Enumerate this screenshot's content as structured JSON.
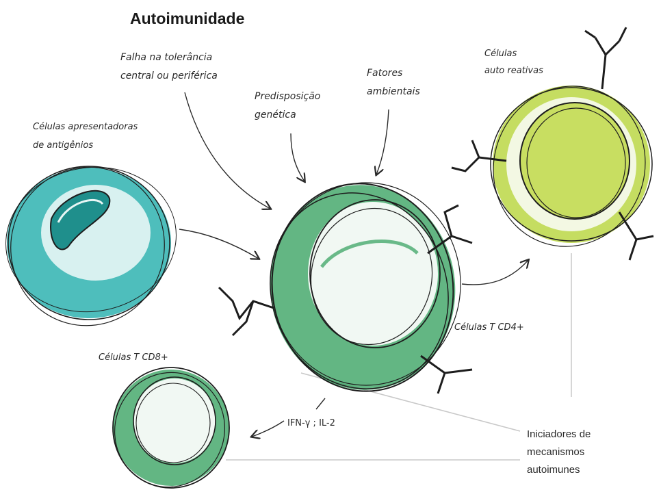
{
  "title": "Autoimunidade",
  "labels": {
    "tolerance_failure": "Falha na tolerância\ncentral ou periférica",
    "genetic": "Predisposição\ngenética",
    "environmental": "Fatores\nambientais",
    "autoreactive": "Células\nauto reativas",
    "apc": "Células apresentadoras\nde antigênios",
    "cd4": "Células T CD4+",
    "cd8": "Células T CD8+",
    "cytokines": "IFN-γ ; IL-2",
    "initiators": "Iniciadores de\nmecanismos\nautoimunes"
  },
  "colors": {
    "teal": "#2fb3b0",
    "green": "#2f9e5a",
    "lime": "#b7d53a",
    "ink": "#1d1d1d",
    "line": "#c8c8c8"
  }
}
